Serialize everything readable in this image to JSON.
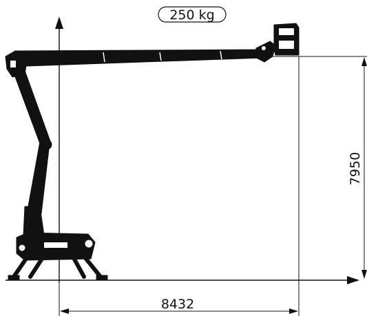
{
  "load_label": "250 kg",
  "height_label": "7950",
  "reach_label": "8432",
  "colors": {
    "line": "#111111",
    "background": "#ffffff"
  }
}
